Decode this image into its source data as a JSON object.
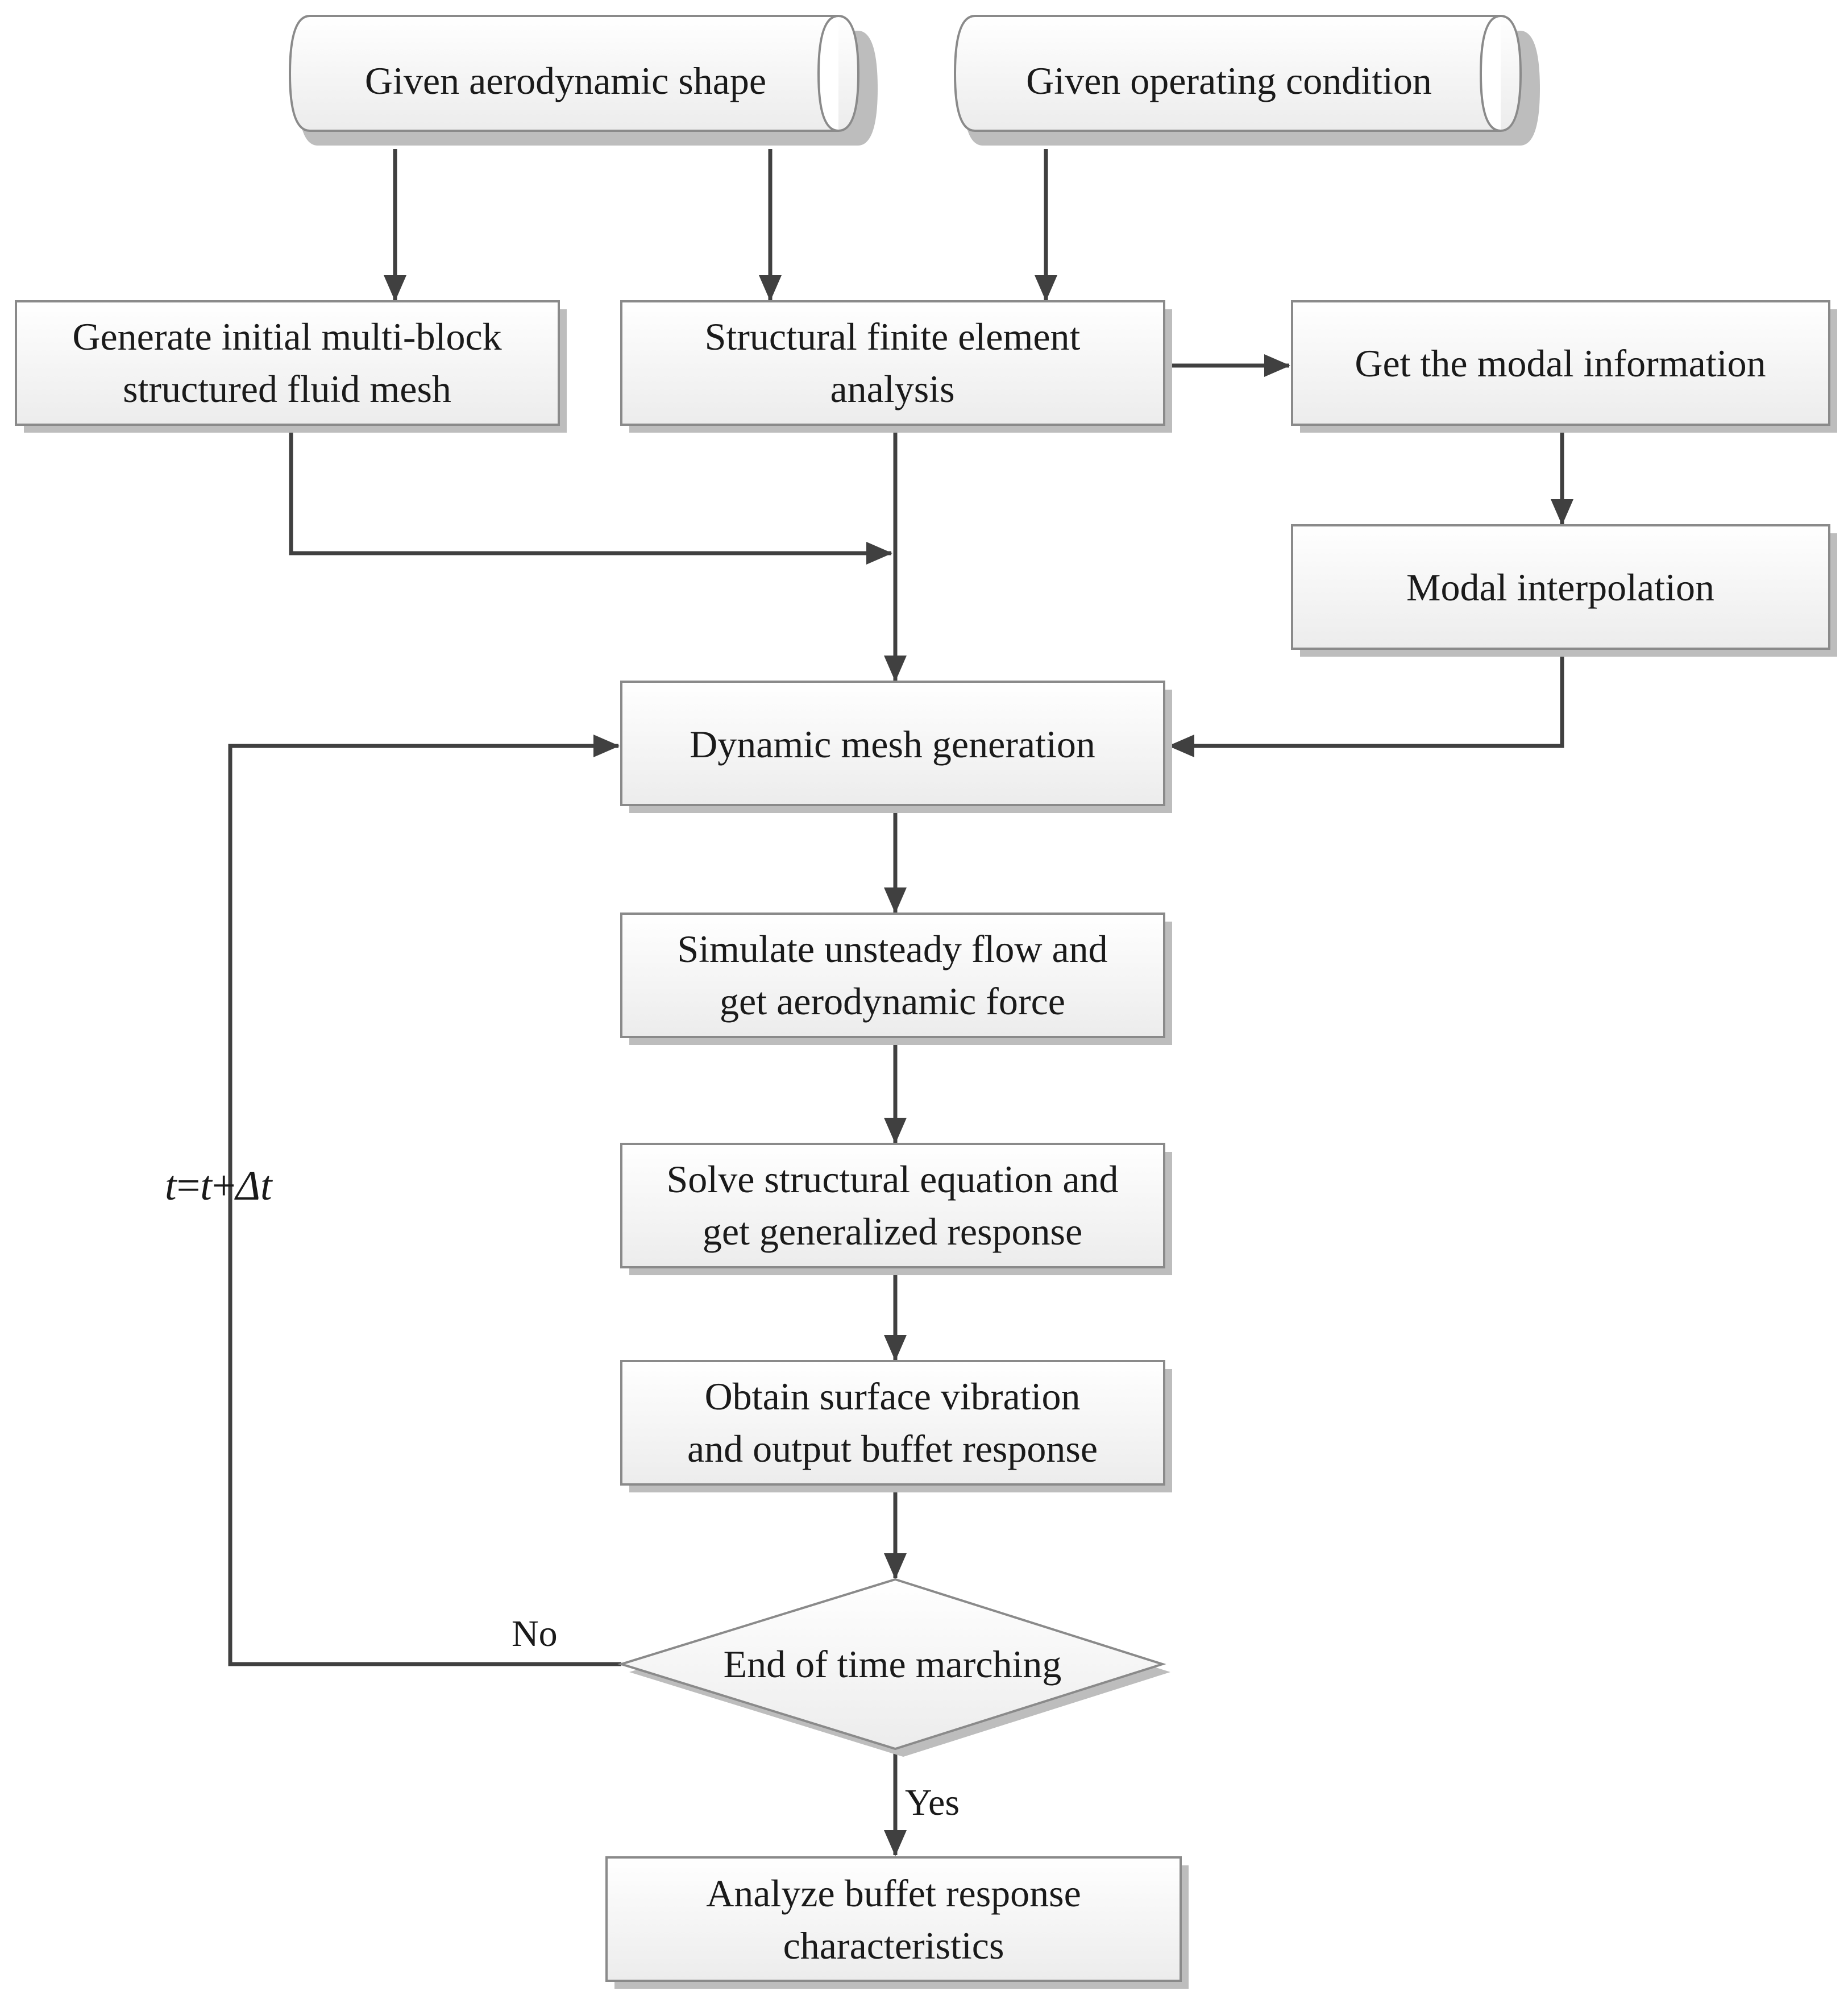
{
  "nodes": {
    "aero_shape": "Given aerodynamic shape",
    "operating_condition": "Given operating condition",
    "fluid_mesh": [
      "Generate initial multi-block",
      "structured fluid mesh"
    ],
    "fe_analysis": [
      "Structural finite element",
      "analysis"
    ],
    "modal_info": "Get the modal information",
    "modal_interp": "Modal interpolation",
    "dynamic_mesh": "Dynamic mesh generation",
    "unsteady_flow": [
      "Simulate unsteady flow and",
      "get aerodynamic force"
    ],
    "structural_eq": [
      "Solve structural equation and",
      "get generalized response"
    ],
    "surface_vibration": [
      "Obtain surface vibration",
      "and output buffet response"
    ],
    "decision": "End of time marching",
    "analyze": [
      "Analyze buffet response",
      "characteristics"
    ]
  },
  "edge_labels": {
    "no": "No",
    "yes": "Yes"
  },
  "loop_label": {
    "t1": "t",
    "eq": "=",
    "t2": "t",
    "plus": "+",
    "delta": "Δ",
    "t3": "t"
  },
  "colors": {
    "box_fill_top": "#ffffff",
    "box_fill_bottom": "#ececec",
    "border": "#8a8a8a",
    "arrow": "#404040"
  }
}
